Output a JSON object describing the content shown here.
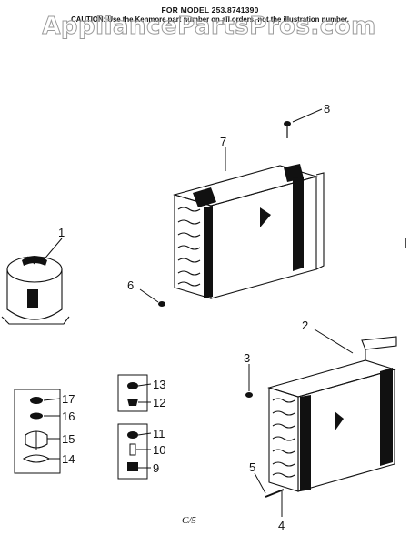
{
  "header": {
    "model_line": "FOR MODEL 253.8741390",
    "caution_line": "CAUTION: Use the Kenmore part number on all orders, not the illustration number."
  },
  "watermark": "AppliancePartsPros.com",
  "footer": {
    "page_code": "C/5"
  },
  "callouts": [
    "1",
    "2",
    "3",
    "4",
    "5",
    "6",
    "7",
    "8",
    "9",
    "10",
    "11",
    "12",
    "13",
    "14",
    "15",
    "16",
    "17"
  ],
  "icons": {
    "compressor": "compressor-icon",
    "evaporator": "evaporator-coil-icon",
    "condenser": "condenser-coil-icon"
  },
  "colors": {
    "ink": "#111111",
    "paper": "#ffffff",
    "watermark": "#9a9a9a"
  }
}
